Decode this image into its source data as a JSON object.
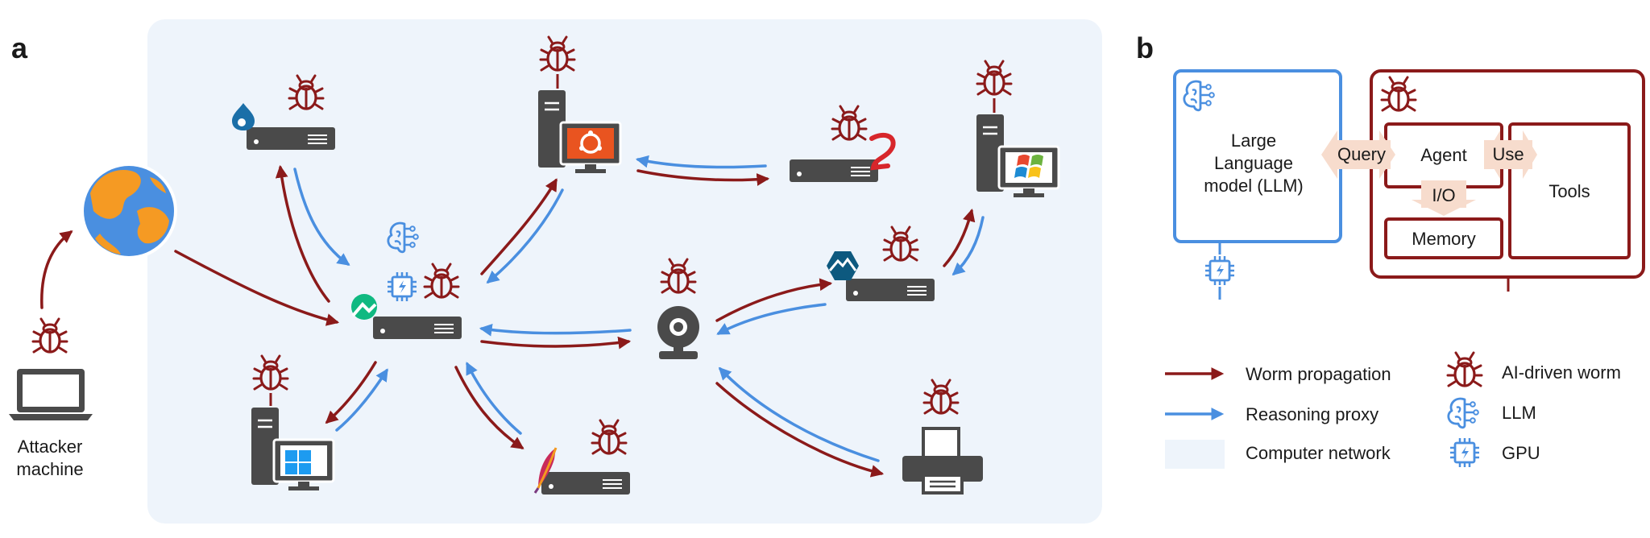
{
  "panel_a": {
    "letter": "a",
    "attacker_label_line1": "Attacker",
    "attacker_label_line2": "machine"
  },
  "panel_b": {
    "letter": "b",
    "llm_line1": "Large",
    "llm_line2": "Language",
    "llm_line3": "model (LLM)",
    "query": "Query",
    "agent": "Agent",
    "use": "Use",
    "io": "I/O",
    "tools": "Tools",
    "memory": "Memory"
  },
  "legend": {
    "worm_propagation": "Worm propagation",
    "reasoning_proxy": "Reasoning proxy",
    "computer_network": "Computer network",
    "ai_worm": "AI-driven worm",
    "llm": "LLM",
    "gpu": "GPU"
  },
  "colors": {
    "worm": "#8b1a1a",
    "proxy": "#4a8fe0",
    "network_bg": "#eef4fb",
    "device": "#4a4a4a",
    "query_arrow": "#f7dccd"
  },
  "os_icons": [
    "drupal-icon",
    "ubuntu-icon",
    "redmine-icon",
    "windows-xp-icon",
    "rocky-linux-icon",
    "windows-icon",
    "apache-feather-icon",
    "alpine-icon"
  ]
}
